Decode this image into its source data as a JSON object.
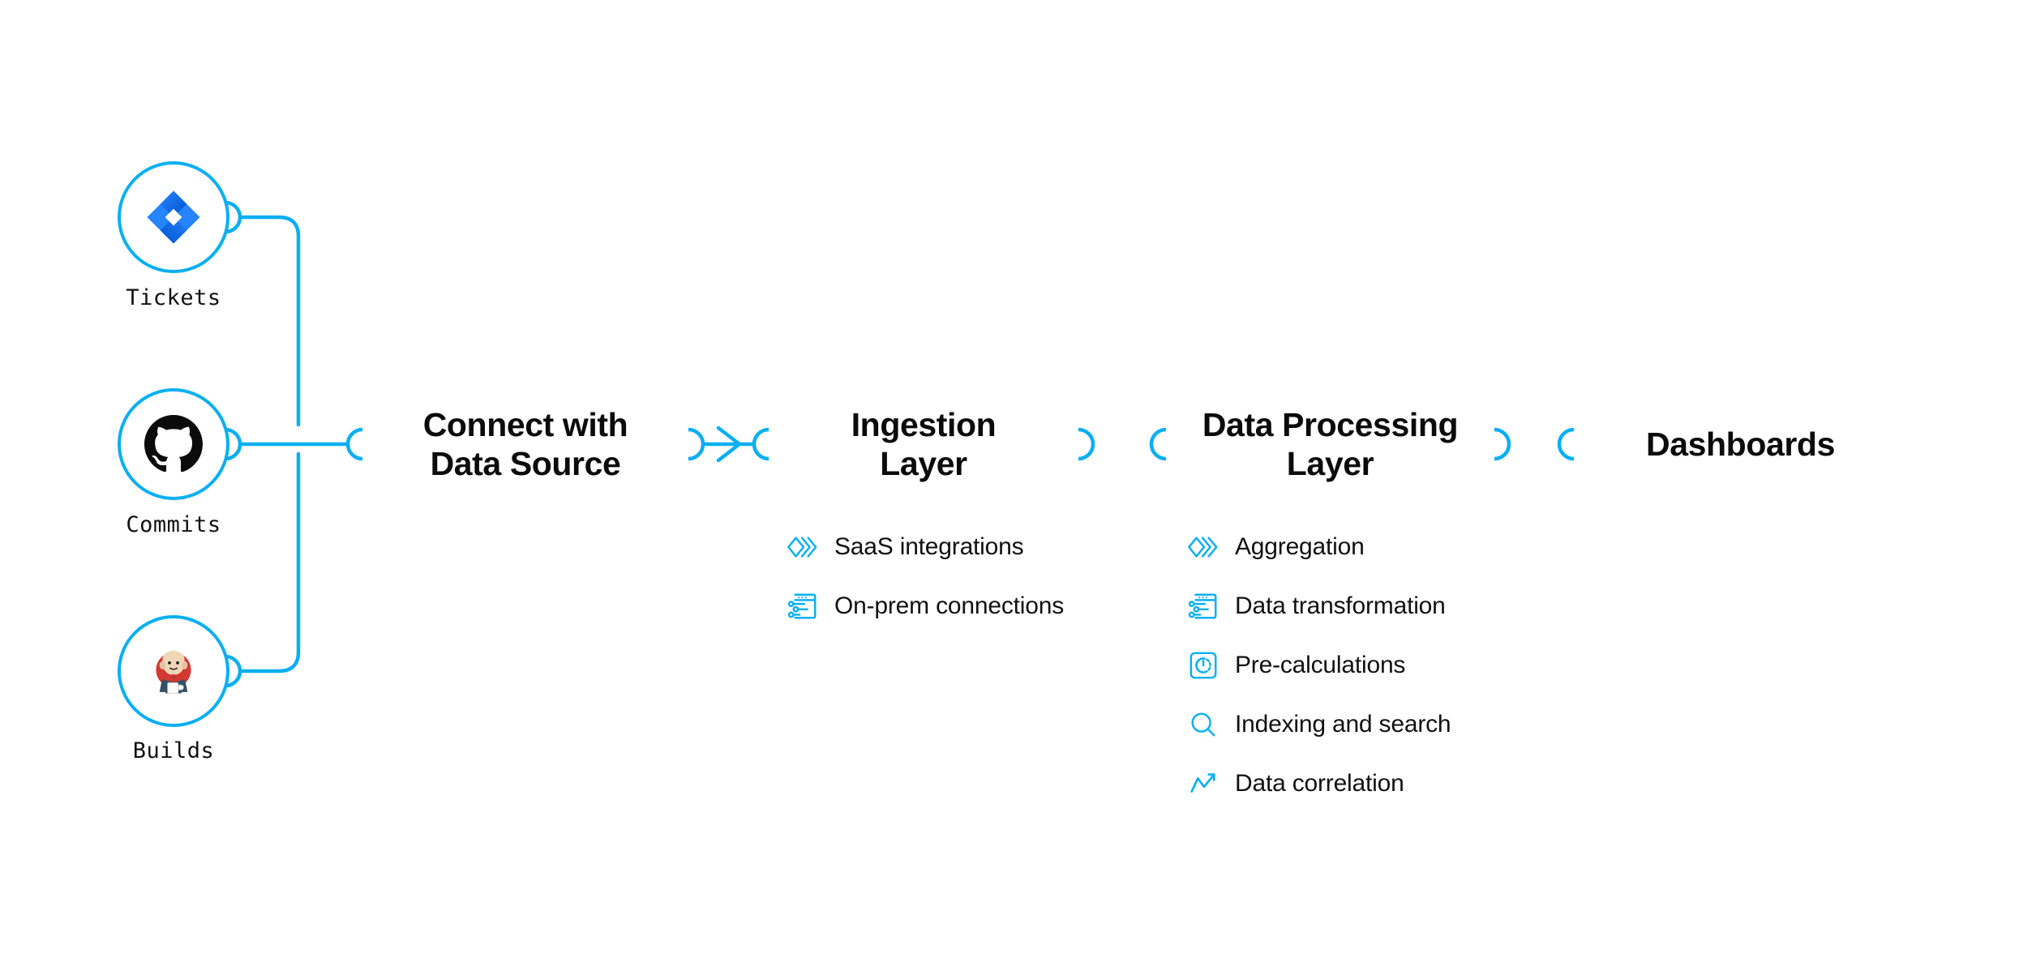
{
  "colors": {
    "accent": "#0aaff1",
    "accent_dark": "#0b99d6",
    "text": "#111111",
    "background": "#ffffff"
  },
  "sources": [
    {
      "label": "Tickets",
      "icon": "jira-icon"
    },
    {
      "label": "Commits",
      "icon": "github-icon"
    },
    {
      "label": "Builds",
      "icon": "jenkins-icon"
    }
  ],
  "stages": [
    {
      "title_line1": "Connect with",
      "title_line2": "Data Source",
      "icon": "laptop-code-icon"
    },
    {
      "title_line1": "Ingestion",
      "title_line2": "Layer",
      "icon": "circuit-nodes-icon"
    },
    {
      "title_line1": "Data Processing",
      "title_line2": "Layer",
      "icon": "window-barchart-icon"
    },
    {
      "title_line1": "Dashboards",
      "title_line2": "",
      "icon": "presentation-chart-icon"
    }
  ],
  "ingestion_features": [
    {
      "label": "SaaS integrations",
      "icon": "chevrons-layers-icon"
    },
    {
      "label": "On-prem connections",
      "icon": "window-sliders-icon"
    }
  ],
  "processing_features": [
    {
      "label": "Aggregation",
      "icon": "chevrons-layers-icon"
    },
    {
      "label": "Data transformation",
      "icon": "window-sliders-icon"
    },
    {
      "label": "Pre-calculations",
      "icon": "gauge-square-icon"
    },
    {
      "label": "Indexing and search",
      "icon": "magnifier-icon"
    },
    {
      "label": "Data correlation",
      "icon": "line-chart-icon"
    }
  ]
}
